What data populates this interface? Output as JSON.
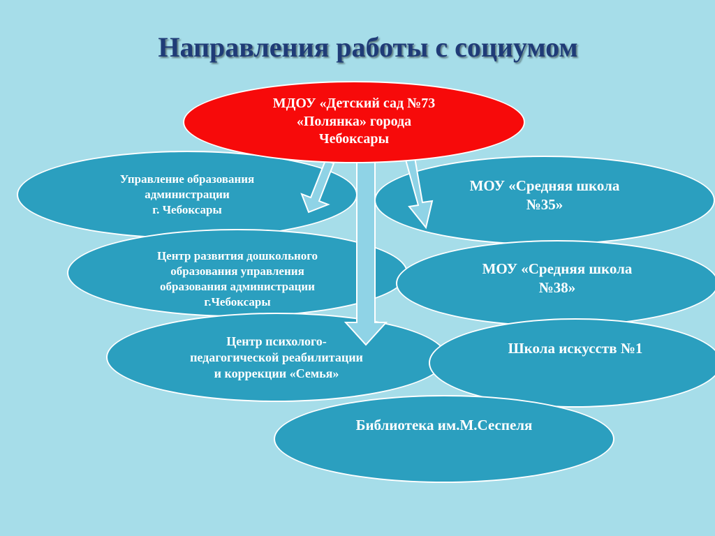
{
  "title": "Направления работы с социумом",
  "center": "МДОУ «Детский сад №73\n«Полянка» города\nЧебоксары",
  "nodes": {
    "uo": "Управление образования\nадминистрации\nг. Чебоксары",
    "crdo": "Центр развития дошкольного\nобразования  управления\nобразования администрации\nг.Чебоксары",
    "cppr": "Центр психолого-\nпедагогической реабилитации\nи коррекции «Семья»",
    "sch35": "МОУ «Средняя школа\n№35»",
    "sch38": "МОУ «Средняя школа\n№38»",
    "art": "Школа искусств №1",
    "lib": "Библиотека им.М.Сеспеля"
  },
  "colors": {
    "background": "#a6dde9",
    "center_fill": "#f70a0a",
    "node_fill": "#2b9fbf",
    "arrow_fill": "#8fd3e6",
    "title": "#1f3b77"
  }
}
